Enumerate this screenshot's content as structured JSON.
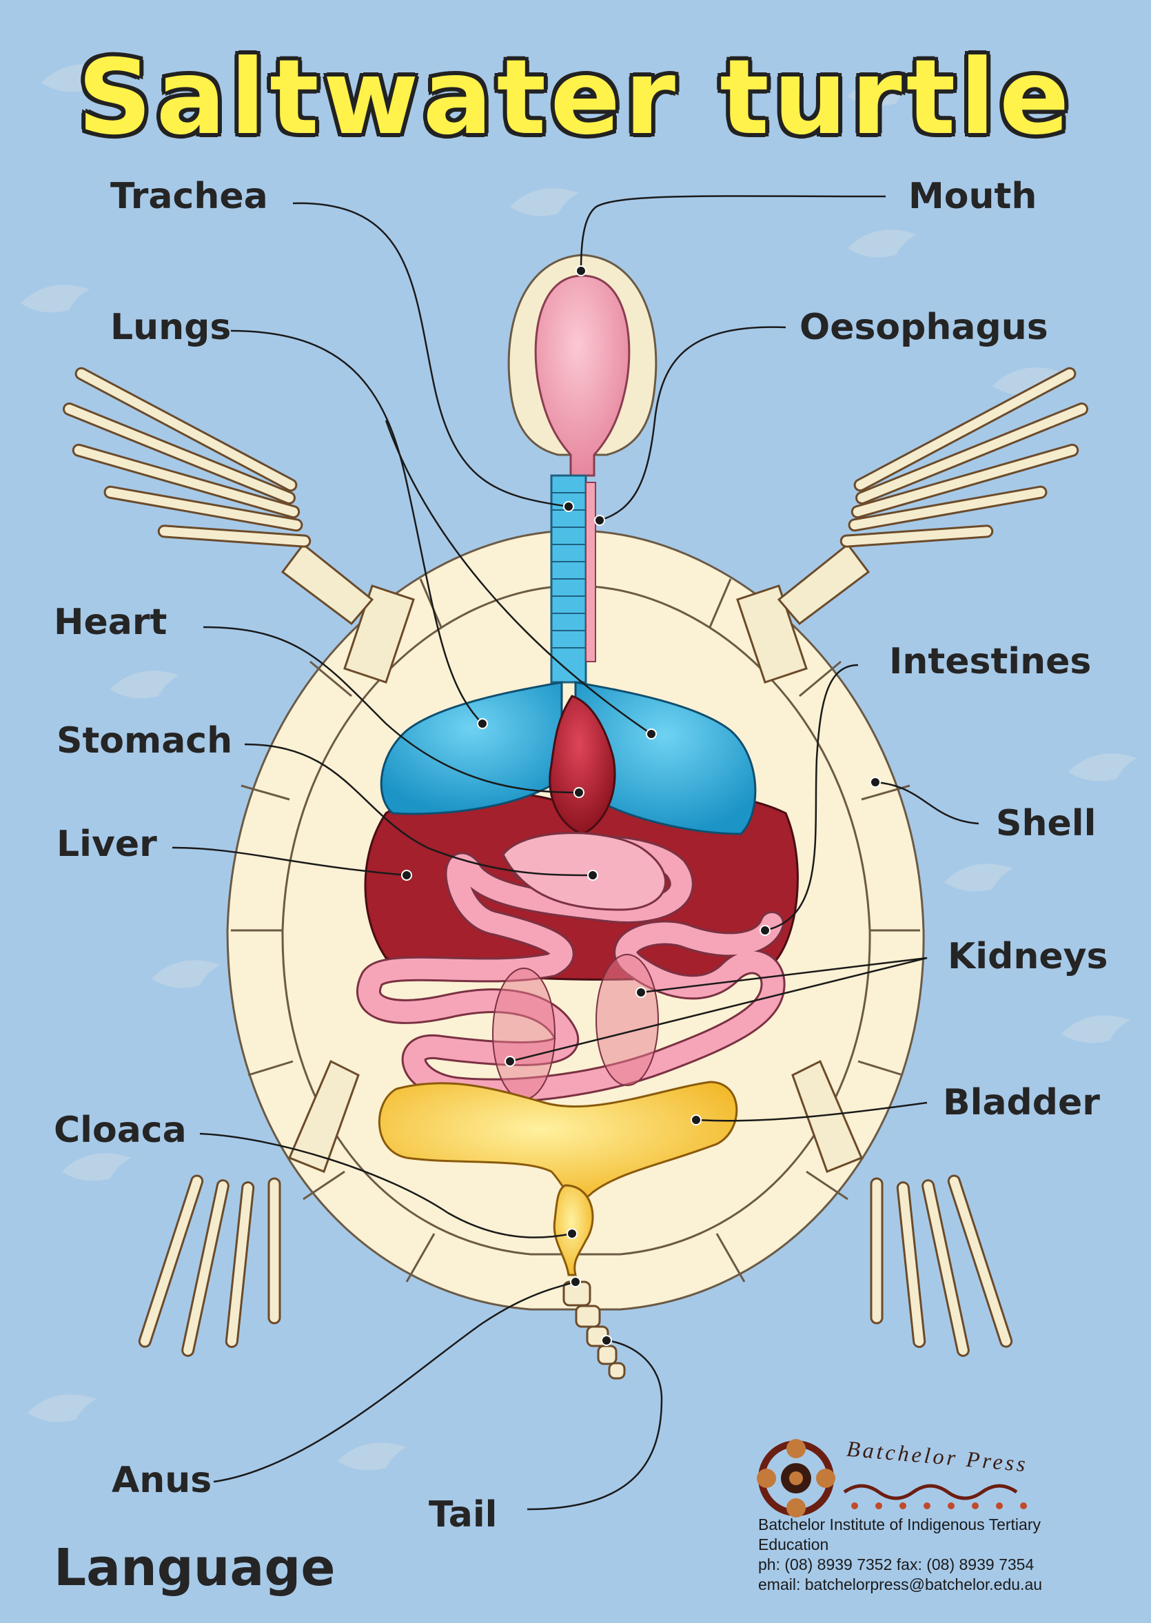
{
  "title": "Saltwater turtle",
  "labels": {
    "trachea": "Trachea",
    "mouth": "Mouth",
    "lungs": "Lungs",
    "oesophagus": "Oesophagus",
    "heart": "Heart",
    "intestines": "Intestines",
    "stomach": "Stomach",
    "shell": "Shell",
    "liver": "Liver",
    "kidneys": "Kidneys",
    "cloaca": "Cloaca",
    "bladder": "Bladder",
    "anus": "Anus",
    "tail": "Tail"
  },
  "footer": {
    "language": "Language",
    "publisher_logo": "Batchelor Press",
    "institute": "Batchelor Institute of Indigenous Tertiary",
    "institute_cont": "Education",
    "phone_fax": "ph: (08) 8939 7352  fax: (08) 8939 7354",
    "email": "email: batchelorpress@batchelor.edu.au"
  },
  "colors": {
    "background": "#a7c9e8",
    "title": "#fff24a",
    "shell": "#fbf1d4",
    "lungs": "#2aa9d8",
    "trachea": "#4dbfe6",
    "mouth": "#f2a3b4",
    "liver": "#a3202c",
    "heart": "#b81d2e",
    "intestines": "#f6a5b8",
    "bladder": "#f7c531",
    "bone": "#f5eccd"
  }
}
